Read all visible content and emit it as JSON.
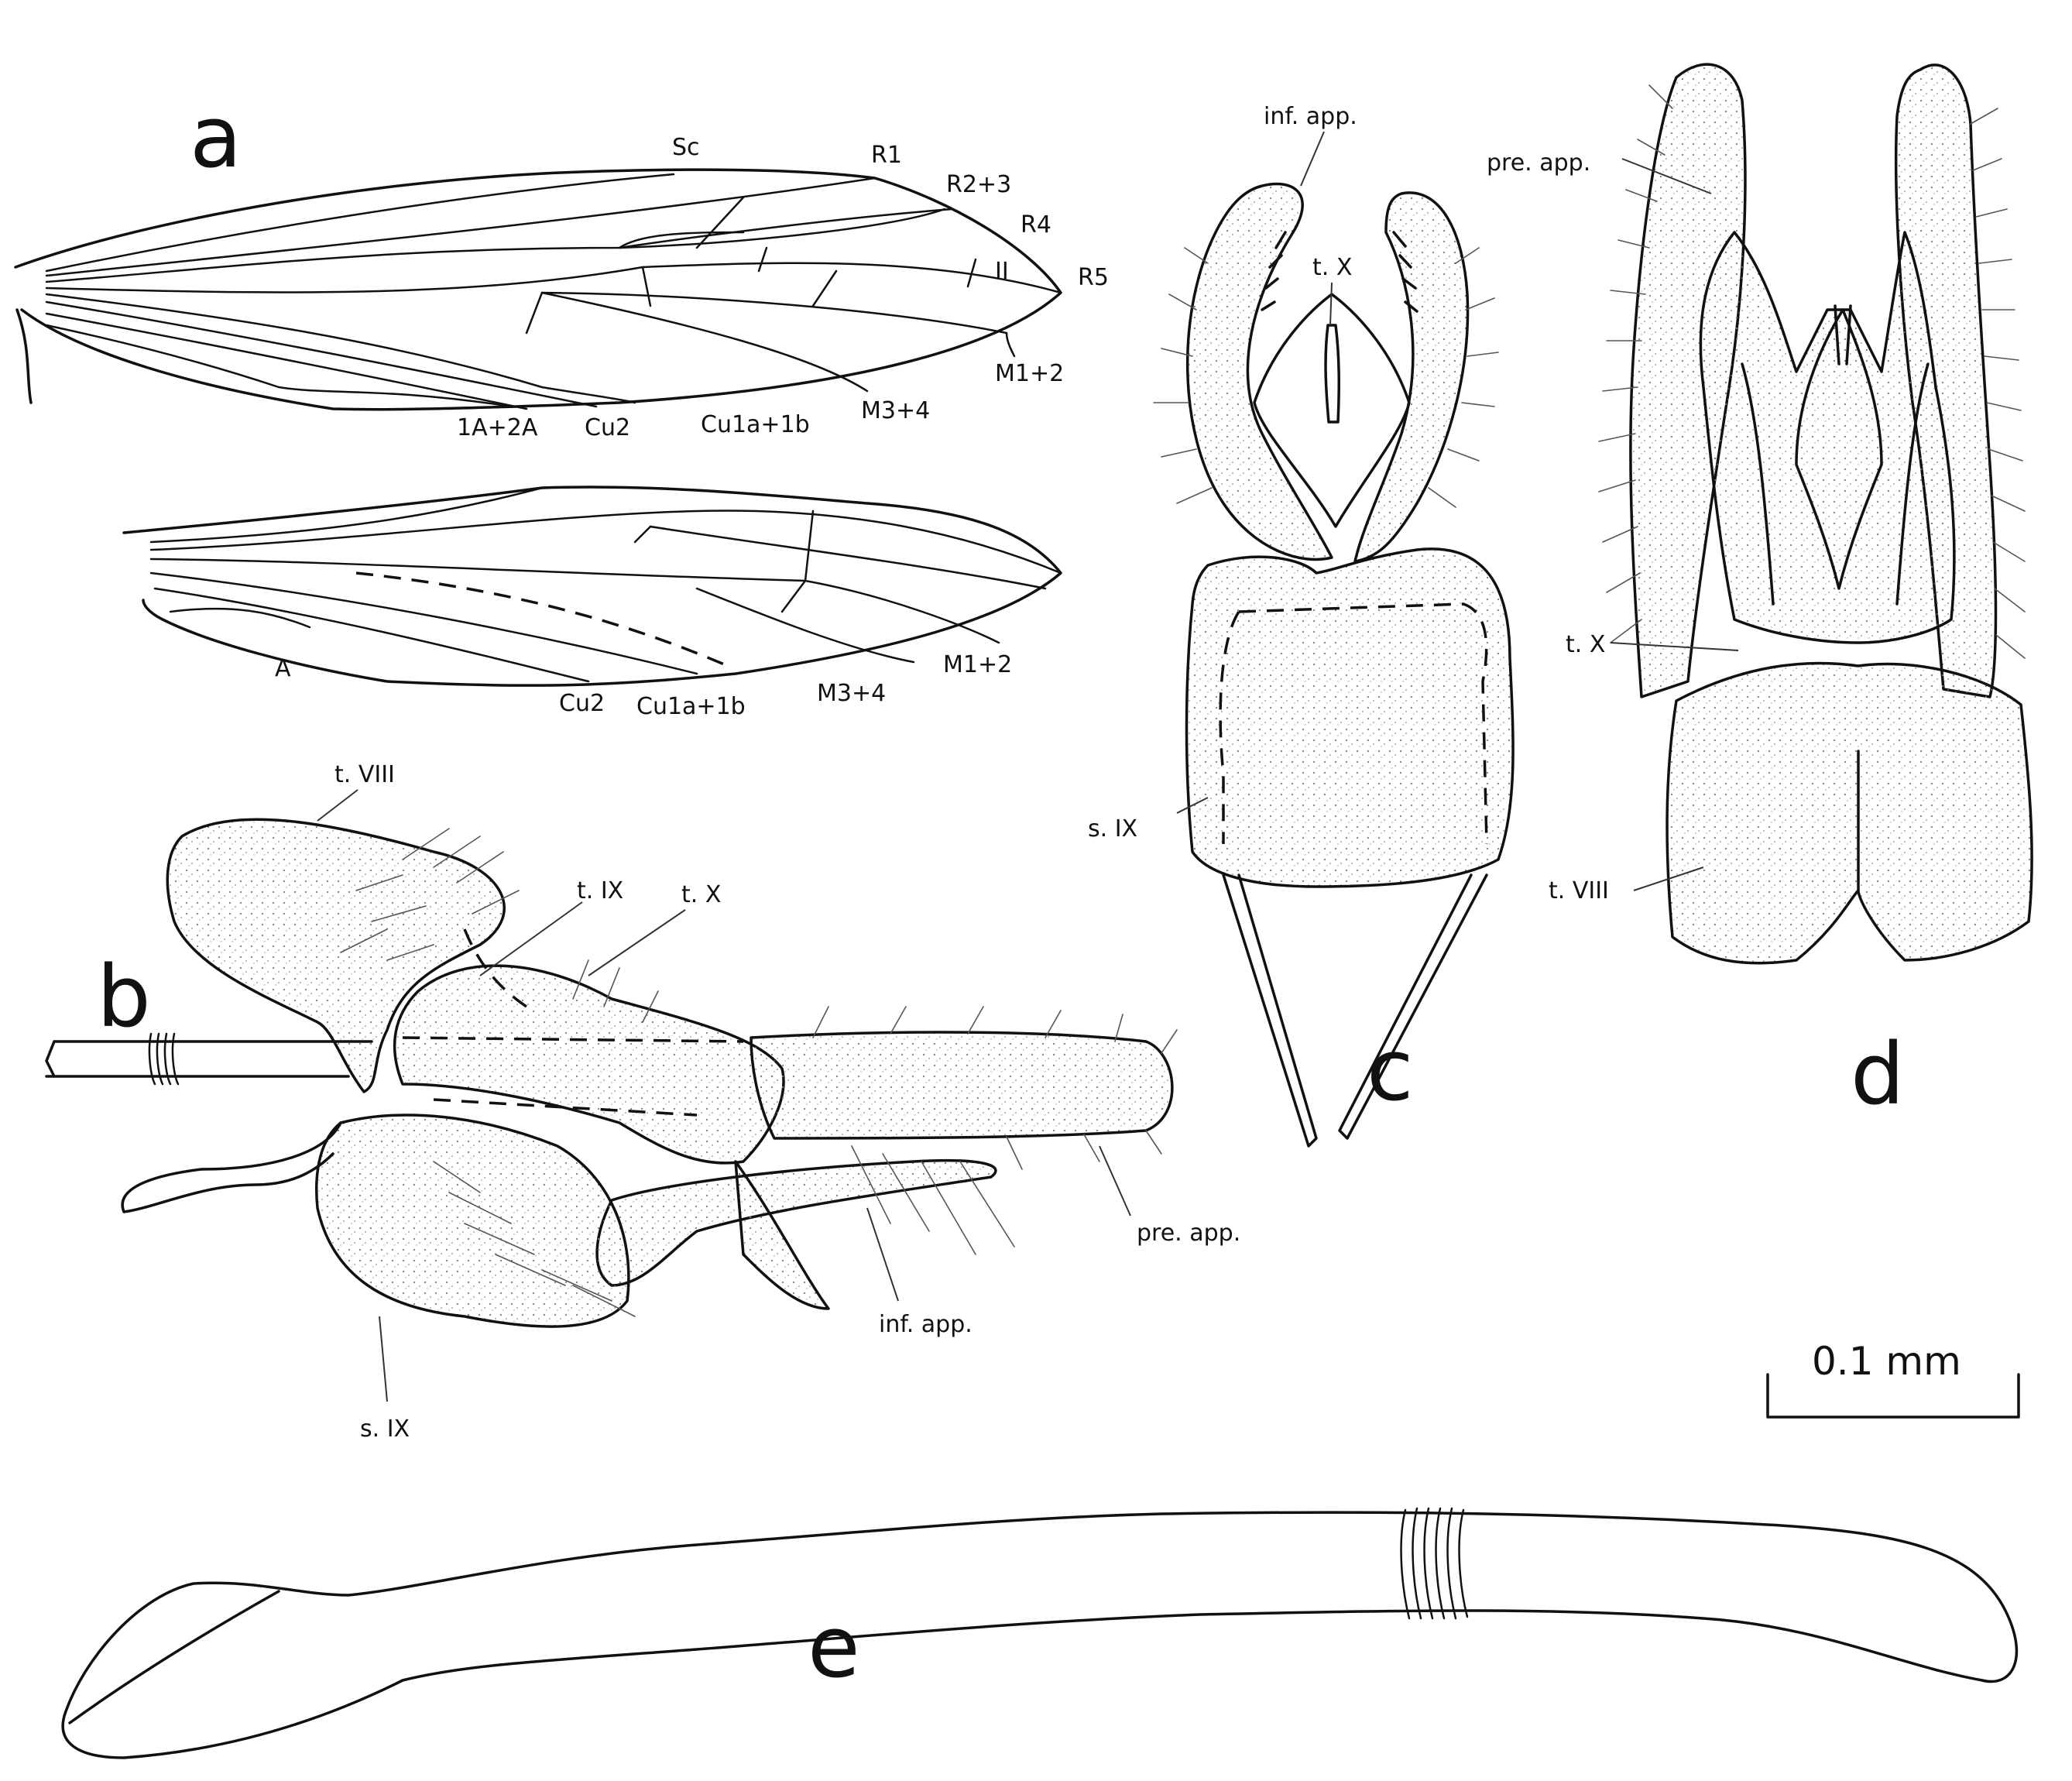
{
  "panels": {
    "a": {
      "letter": "a",
      "forewing_veins": {
        "sc": "Sc",
        "r1": "R1",
        "r23": "R2+3",
        "r4": "R4",
        "r5": "R5",
        "cell2": "II",
        "m12": "M1+2",
        "m34": "M3+4",
        "cu1ab": "Cu1a+1b",
        "cu2": "Cu2",
        "a12": "1A+2A"
      },
      "hindwing_veins": {
        "a": "A",
        "cu2": "Cu2",
        "cu1ab": "Cu1a+1b",
        "m34": "M3+4",
        "m12": "M1+2"
      }
    },
    "b": {
      "letter": "b",
      "labels": {
        "t8": "t. VIII",
        "t9": "t. IX",
        "t10": "t. X",
        "pre": "pre. app.",
        "inf": "inf. app.",
        "s9": "s. IX"
      }
    },
    "c": {
      "letter": "c",
      "labels": {
        "inf": "inf. app.",
        "t10": "t. X",
        "s9": "s. IX"
      }
    },
    "d": {
      "letter": "d",
      "labels": {
        "pre": "pre. app.",
        "t10": "t. X",
        "t8": "t. VIII"
      }
    },
    "e": {
      "letter": "e"
    }
  },
  "scale_bar": {
    "label": "0.1 mm"
  }
}
